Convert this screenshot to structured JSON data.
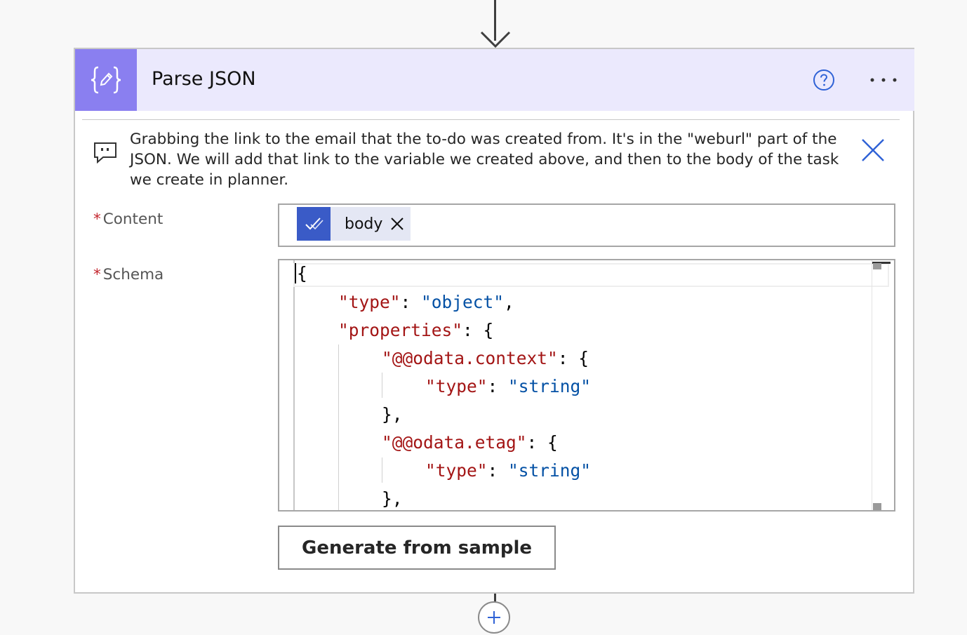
{
  "card": {
    "title": "Parse JSON",
    "header_icon": "braces-edit-icon",
    "header_color": "#8a7ff0",
    "header_bg": "#ebe9fd"
  },
  "comment": {
    "text": "Grabbing the link to the email that the to-do was created from. It's in the \"weburl\" part of the JSON. We will add that link to the variable we created above, and then to the body of the task we create in planner."
  },
  "fields": {
    "content_label": "Content",
    "schema_label": "Schema",
    "required_marker": "*"
  },
  "content_token": {
    "label": "body",
    "icon": "checkmark-icon",
    "icon_color": "#3a5bc7"
  },
  "schema_code": [
    {
      "indent": 0,
      "parts": [
        {
          "t": "p",
          "v": "{"
        }
      ]
    },
    {
      "indent": 1,
      "parts": [
        {
          "t": "k",
          "v": "\"type\""
        },
        {
          "t": "p",
          "v": ": "
        },
        {
          "t": "s",
          "v": "\"object\""
        },
        {
          "t": "p",
          "v": ","
        }
      ]
    },
    {
      "indent": 1,
      "parts": [
        {
          "t": "k",
          "v": "\"properties\""
        },
        {
          "t": "p",
          "v": ": {"
        }
      ]
    },
    {
      "indent": 2,
      "parts": [
        {
          "t": "k",
          "v": "\"@@odata.context\""
        },
        {
          "t": "p",
          "v": ": {"
        }
      ]
    },
    {
      "indent": 3,
      "parts": [
        {
          "t": "k",
          "v": "\"type\""
        },
        {
          "t": "p",
          "v": ": "
        },
        {
          "t": "s",
          "v": "\"string\""
        }
      ]
    },
    {
      "indent": 2,
      "parts": [
        {
          "t": "p",
          "v": "},"
        }
      ]
    },
    {
      "indent": 2,
      "parts": [
        {
          "t": "k",
          "v": "\"@@odata.etag\""
        },
        {
          "t": "p",
          "v": ": {"
        }
      ]
    },
    {
      "indent": 3,
      "parts": [
        {
          "t": "k",
          "v": "\"type\""
        },
        {
          "t": "p",
          "v": ": "
        },
        {
          "t": "s",
          "v": "\"string\""
        }
      ]
    },
    {
      "indent": 2,
      "parts": [
        {
          "t": "p",
          "v": "},"
        }
      ]
    }
  ],
  "buttons": {
    "generate": "Generate from sample"
  },
  "icons": {
    "help": "help-icon",
    "more": "more-options-icon",
    "close": "close-icon",
    "comment": "comment-icon",
    "add": "add-step-icon"
  }
}
